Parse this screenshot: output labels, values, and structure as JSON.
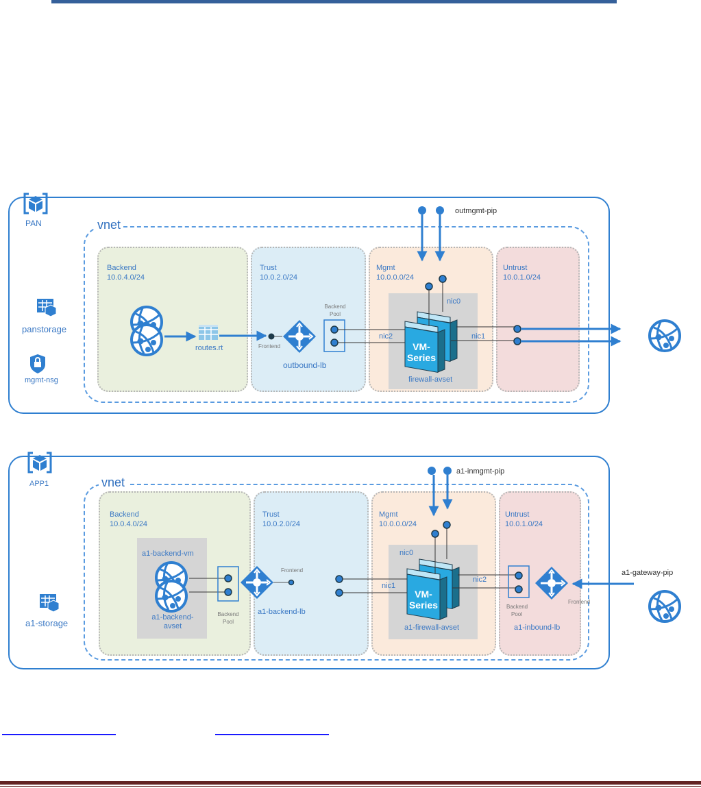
{
  "colors": {
    "accent": "#2f7fd0",
    "header_bar": "#35609a",
    "footer_bar": "#622424",
    "backend_subnet": "#eaf0de",
    "trust_subnet": "#dcedf6",
    "mgmt_subnet": "#fbeadc",
    "untrust_subnet": "#f3dcdc",
    "vm_series": "#29a9e1"
  },
  "diagrams": [
    {
      "resource_group": "PAN",
      "vnet_label": "vnet",
      "side_resources": [
        {
          "icon": "storage-icon",
          "label": "panstorage"
        },
        {
          "icon": "nsg-shield-icon",
          "label": "mgmt-nsg"
        }
      ],
      "subnets": [
        {
          "name": "Backend",
          "cidr": "10.0.4.0/24"
        },
        {
          "name": "Trust",
          "cidr": "10.0.2.0/24"
        },
        {
          "name": "Mgmt",
          "cidr": "10.0.0.0/24"
        },
        {
          "name": "Untrust",
          "cidr": "10.0.1.0/24"
        }
      ],
      "route_table": "routes.rt",
      "load_balancer": "outbound-lb",
      "lb_frontend": "Frontend",
      "lb_backend_pool": "Backend Pool",
      "firewall_avset": "firewall-avset",
      "vm_label": "VM-Series",
      "nics": {
        "mgmt": "nic0",
        "left": "nic2",
        "right": "nic1"
      },
      "public_ip": "outmgmt-pip"
    },
    {
      "resource_group": "APP1",
      "vnet_label": "vnet",
      "side_resources": [
        {
          "icon": "storage-icon",
          "label": "a1-storage"
        }
      ],
      "subnets": [
        {
          "name": "Backend",
          "cidr": "10.0.4.0/24"
        },
        {
          "name": "Trust",
          "cidr": "10.0.2.0/24"
        },
        {
          "name": "Mgmt",
          "cidr": "10.0.0.0/24"
        },
        {
          "name": "Untrust",
          "cidr": "10.0.1.0/24"
        }
      ],
      "backend_vm": "a1-backend-vm",
      "backend_avset": "a1-backend-avset",
      "backend_lb": "a1-backend-lb",
      "backend_lb_frontend": "Frontend",
      "backend_lb_pool": "Backend Pool",
      "firewall_avset": "a1-firewall-avset",
      "vm_label": "VM-Series",
      "nics": {
        "mgmt": "nic0",
        "left": "nic1",
        "right": "nic2"
      },
      "public_ip": "a1-inmgmt-pip",
      "inbound_lb": "a1-inbound-lb",
      "inbound_lb_pool": "Backend Pool",
      "inbound_lb_frontend": "Frontend",
      "gateway_pip": "a1-gateway-pip"
    }
  ]
}
